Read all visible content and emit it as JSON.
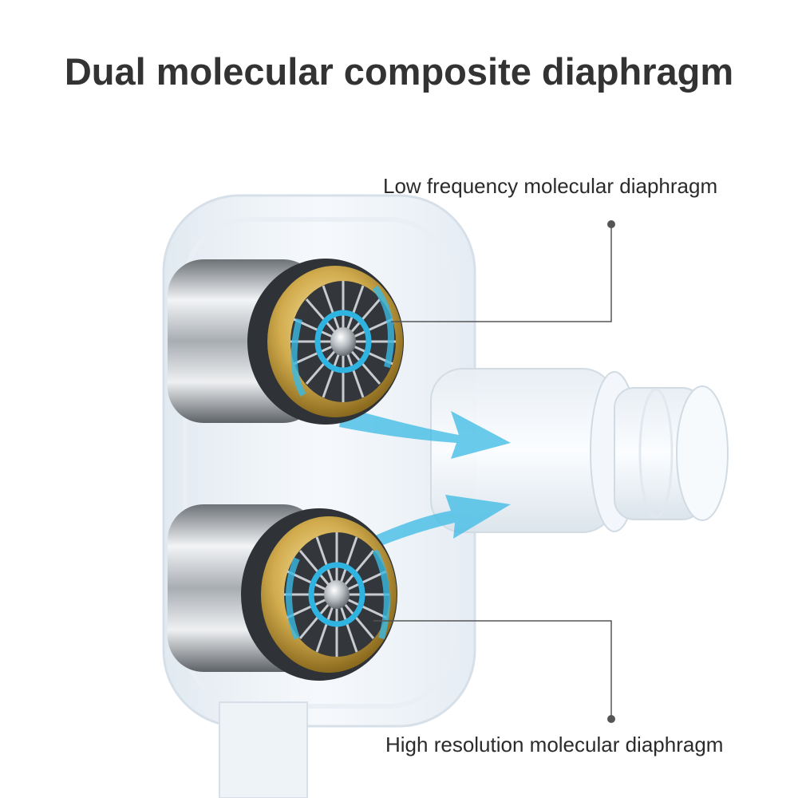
{
  "title": "Dual molecular composite diaphragm",
  "callouts": {
    "low": "Low frequency molecular diaphragm",
    "high": "High resolution molecular diaphragm"
  },
  "colors": {
    "title": "#333333",
    "shell": "#e6eef5",
    "gold": "#c9a64a",
    "chrome": "#9aa0a6",
    "arrow": "#33b8e6",
    "leader": "#555555"
  }
}
